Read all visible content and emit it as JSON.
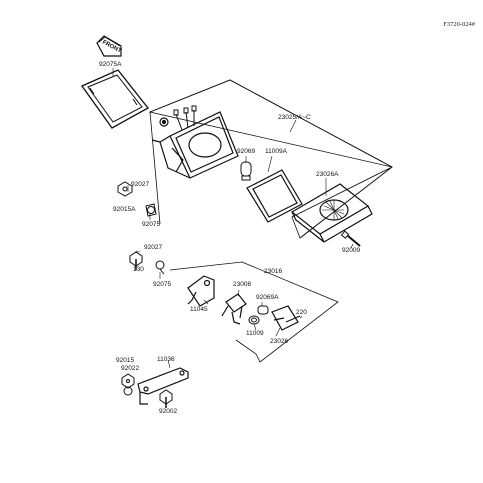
{
  "diagram": {
    "ref_code": "F3720-024#",
    "front_label": "FRONT",
    "labels": {
      "p92075A": "92075A",
      "p23025": "23025/A~C",
      "p92069_top": "92069",
      "p11009A": "11009A",
      "p23026A": "23026A",
      "p92027_top": "92027",
      "p92015A": "92015A",
      "p92075_top": "92075",
      "p92009": "92009",
      "p92027_mid": "92027",
      "p130": "130",
      "p92075_mid": "92075",
      "p23016": "23016",
      "p23008": "23008",
      "p11045": "11045",
      "p92069A": "92069A",
      "p220": "220",
      "p11009": "11009",
      "p23026": "23026",
      "p92015": "92015",
      "p92022": "92022",
      "p11036": "11036",
      "p92002": "92002"
    }
  }
}
